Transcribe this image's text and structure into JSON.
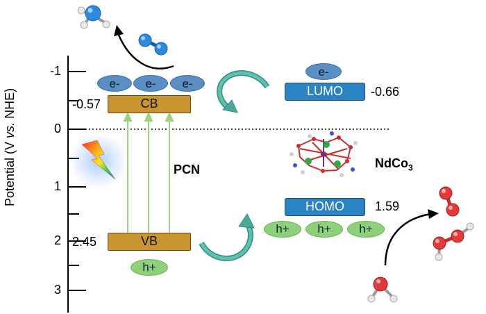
{
  "axis": {
    "label": "Potential (V vs. NHE)",
    "ticks": [
      "-1",
      "0",
      "1",
      "2",
      "3"
    ]
  },
  "pcn": {
    "name": "PCN",
    "cb_label": "CB",
    "vb_label": "VB",
    "cb_value": "-0.57",
    "vb_value": "2.45",
    "electron_label": "e-",
    "hole_label": "h+"
  },
  "ndco3": {
    "name_main": "NdCo",
    "name_sub": "3",
    "lumo_label": "LUMO",
    "homo_label": "HOMO",
    "lumo_value": "-0.66",
    "homo_value": "1.59",
    "electron_label": "e-",
    "hole_label": "h+"
  },
  "colors": {
    "band": "#c8952f",
    "orbital": "#2b83c6",
    "electron": "#5b8ec2",
    "hole": "#8fd07a",
    "arrow_teal": "#4aa79a"
  },
  "icons": [
    "ammonia-molecule-icon",
    "nitrogen-molecule-icon",
    "lightning-icon",
    "ndco3-cluster-icon",
    "oxygen-molecule-icon",
    "hydrogen-peroxide-icon",
    "water-molecule-icon"
  ]
}
